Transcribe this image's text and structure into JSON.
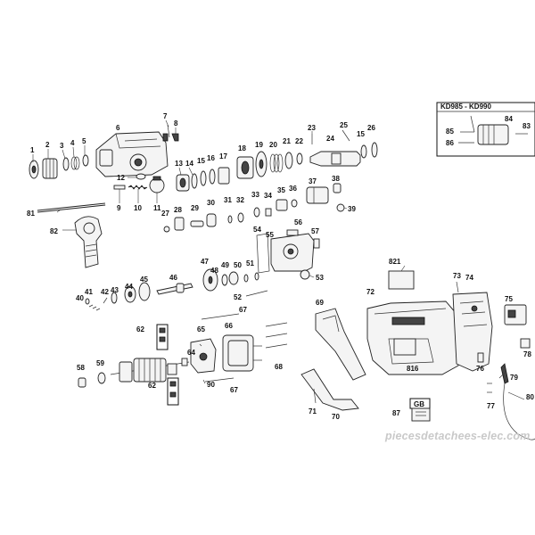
{
  "kit_box": {
    "title": "KD985 - KD990",
    "labels": [
      "84",
      "83",
      "85",
      "86"
    ]
  },
  "gb_tag": "GB",
  "watermark": "piecesdetachees-elec.com",
  "labels": {
    "l1": "1",
    "l2": "2",
    "l3": "3",
    "l4": "4",
    "l5": "5",
    "l6": "6",
    "l7": "7",
    "l8": "8",
    "l9": "9",
    "l10": "10",
    "l11": "11",
    "l12": "12",
    "l13": "13",
    "l14": "14",
    "l15": "15",
    "l15b": "15",
    "l16": "16",
    "l17": "17",
    "l18": "18",
    "l19": "19",
    "l20": "20",
    "l21": "21",
    "l22": "22",
    "l23": "23",
    "l24": "24",
    "l25": "25",
    "l26": "26",
    "l27": "27",
    "l28": "28",
    "l29": "29",
    "l30": "30",
    "l31": "31",
    "l32": "32",
    "l33": "33",
    "l34": "34",
    "l35": "35",
    "l36": "36",
    "l37": "37",
    "l38": "38",
    "l39": "39",
    "l40": "40",
    "l41": "41",
    "l42": "42",
    "l43": "43",
    "l44": "44",
    "l45": "45",
    "l46": "46",
    "l47": "47",
    "l48": "48",
    "l49": "49",
    "l50": "50",
    "l51": "51",
    "l52": "52",
    "l53": "53",
    "l54": "54",
    "l55": "55",
    "l56": "56",
    "l57": "57",
    "l58": "58",
    "l59": "59",
    "l62a": "62",
    "l62b": "62",
    "l64": "64",
    "l65": "65",
    "l66": "66",
    "l67a": "67",
    "l67b": "67",
    "l68": "68",
    "l69": "69",
    "l70": "70",
    "l71": "71",
    "l72": "72",
    "l73": "73",
    "l74": "74",
    "l75": "75",
    "l76": "76",
    "l77": "77",
    "l78": "78",
    "l79": "79",
    "l80": "80",
    "l81": "81",
    "l82": "82",
    "l87": "87",
    "l90": "90",
    "l816": "816",
    "l821": "821"
  }
}
